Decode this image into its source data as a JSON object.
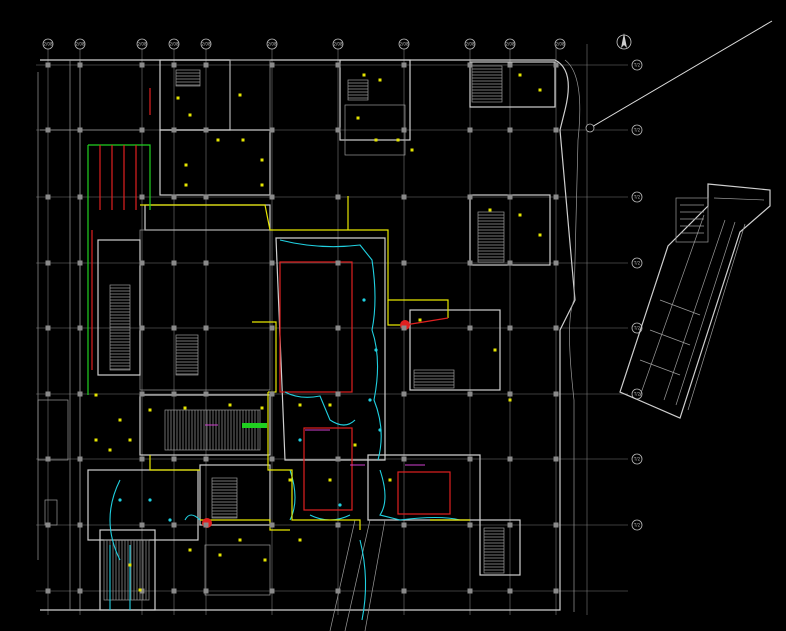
{
  "drawing": {
    "top_axis_labels": [
      "2/08",
      "2/08",
      "2/08",
      "2/08",
      "2/08",
      "2/08",
      "2/08",
      "2/08",
      "2/08",
      "2/08",
      "2/08"
    ],
    "right_axis_labels": [
      "T/2",
      "T/2",
      "T/2",
      "T/2",
      "T/2",
      "T/2",
      "T/2",
      "T/2"
    ],
    "north_arrow": "north-arrow-icon",
    "colors": {
      "background": "#000000",
      "grid": "#7a7a7a",
      "walls": "#cfcfcf",
      "fire_line": "#e02020",
      "power_line": "#e6e600",
      "light_line": "#20d020",
      "cyan_line": "#20d0e0",
      "magenta_line": "#d040d0"
    }
  }
}
